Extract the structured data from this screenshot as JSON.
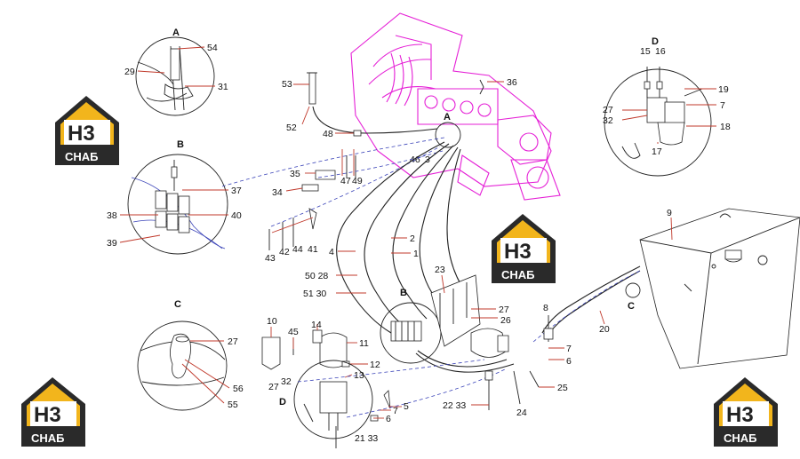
{
  "callouts": {
    "A": "A",
    "B": "B",
    "C": "C",
    "D": "D",
    "n1": "1",
    "n2": "2",
    "n3": "3",
    "n4": "4",
    "n5": "5",
    "n6": "6",
    "n7": "7",
    "n8": "8",
    "n9": "9",
    "n10": "10",
    "n11": "11",
    "n12": "12",
    "n13": "13",
    "n14": "14",
    "n15": "15",
    "n16": "16",
    "n17": "17",
    "n18": "18",
    "n19": "19",
    "n20": "20",
    "n23": "23",
    "n24": "24",
    "n25": "25",
    "n26": "26",
    "n27": "27",
    "n29": "29",
    "n31": "31",
    "n32": "32",
    "n34": "34",
    "n35": "35",
    "n36": "36",
    "n37": "37",
    "n38": "38",
    "n39": "39",
    "n40": "40",
    "n41": "41",
    "n42": "42",
    "n43": "43",
    "n44": "44",
    "n45": "45",
    "n46": "46",
    "n47": "47",
    "n48": "48",
    "n49": "49",
    "n52": "52",
    "n53": "53",
    "n54": "54",
    "n55": "55",
    "n56": "56",
    "n50_28": "50 28",
    "n51_30": "51 30",
    "n21_33": "21 33",
    "n22_33": "22 33"
  },
  "logo": {
    "mark": "H3",
    "name": "СНАБ"
  },
  "colors": {
    "engine": "#e51fd6",
    "leaders": "#c0392b",
    "dashed": "#3a43b8",
    "logo_gold": "#f2b51c",
    "logo_dark": "#2a2a2a"
  }
}
